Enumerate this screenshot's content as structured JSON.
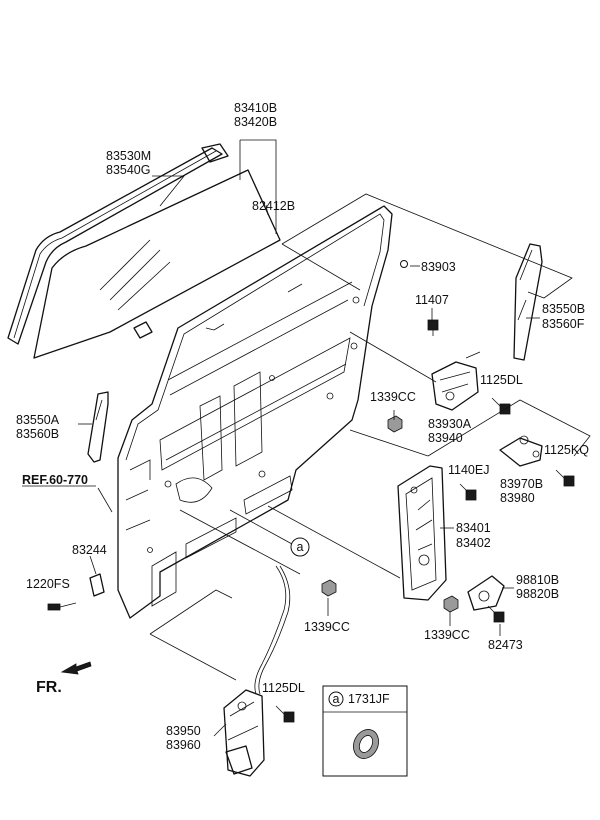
{
  "labels": {
    "l83410B": "83410B",
    "l83420B": "83420B",
    "l83530M": "83530M",
    "l83540G": "83540G",
    "l82412B": "82412B",
    "l83903": "83903",
    "l11407": "11407",
    "l83550B": "83550B",
    "l83560F": "83560F",
    "l1125DL_a": "1125DL",
    "l1339CC_a": "1339CC",
    "l83930A": "83930A",
    "l83940": "83940",
    "l83550A": "83550A",
    "l83560B": "83560B",
    "l1125KQ": "1125KQ",
    "lREF": "REF.60-770",
    "l1140EJ": "1140EJ",
    "l83970B": "83970B",
    "l83980": "83980",
    "l83401": "83401",
    "l83402": "83402",
    "l83244": "83244",
    "lA_mark": "a",
    "l1220FS": "1220FS",
    "l98810B": "98810B",
    "l98820B": "98820B",
    "l1339CC_b": "1339CC",
    "l1339CC_c": "1339CC",
    "l82473": "82473",
    "lFR": "FR.",
    "l1125DL_b": "1125DL",
    "l83950": "83950",
    "l83960": "83960",
    "legend_mark": "a",
    "legend_part": "1731JF"
  }
}
